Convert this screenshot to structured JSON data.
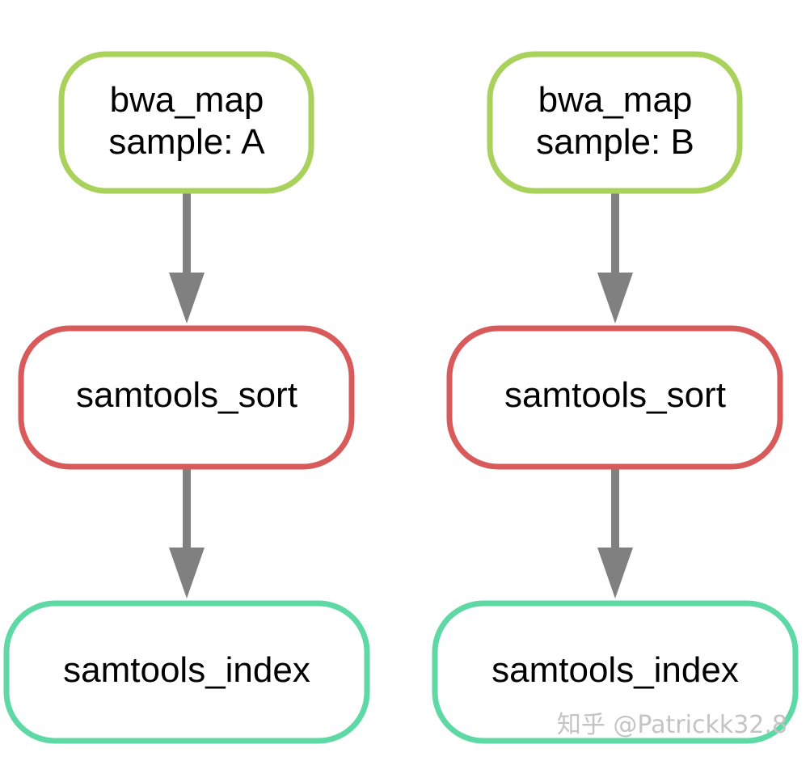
{
  "colors": {
    "rule_bwa_map": "#a9d25c",
    "rule_samtools_sort": "#d95a5a",
    "rule_samtools_index": "#5ed9a5",
    "edge": "#808080",
    "background": "#ffffff"
  },
  "pipelines": [
    {
      "bwa_map": {
        "line1": "bwa_map",
        "line2": "sample: A"
      },
      "samtools_sort": {
        "label": "samtools_sort"
      },
      "samtools_index": {
        "label": "samtools_index"
      }
    },
    {
      "bwa_map": {
        "line1": "bwa_map",
        "line2": "sample: B"
      },
      "samtools_sort": {
        "label": "samtools_sort"
      },
      "samtools_index": {
        "label": "samtools_index"
      }
    }
  ],
  "watermark": "知乎 @Patrickk32.8"
}
